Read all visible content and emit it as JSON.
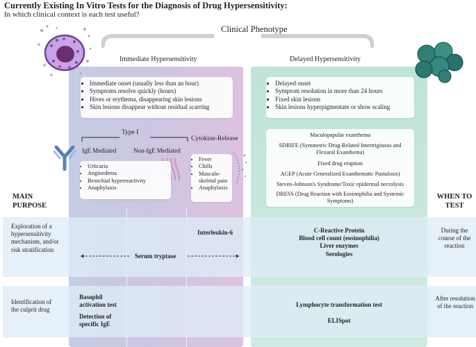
{
  "title": "Currently Existing In Vitro Tests for the Diagnosis of Drug Hypersensitivity:",
  "subtitle": "In which clinical context is each test useful?",
  "clinical_phenotype": "Clinical Phenotype",
  "immediate": {
    "heading": "Immediate Hypersensitivity",
    "features": [
      "Immediate onset (usually less than an hour)",
      "Symptoms resolve quickly (hours)",
      "Hives or erythema, disappearing skin lesions",
      "Skin lesions disappear without residual scarring"
    ],
    "type_i": "Type I",
    "ige_mediated": "IgE Mediated",
    "non_ige_mediated": "Non-IgE Mediated",
    "type_i_symptoms": [
      "Urticaria",
      "Angioedema",
      "Bronchial hyperreactivity",
      "Anaphylaxis"
    ],
    "cytokine_release": "Cytokine-Release",
    "cytokine_symptoms": [
      "Fever",
      "Chills",
      "Musculo-skeletal pain",
      "Anaphylaxis"
    ]
  },
  "delayed": {
    "heading": "Delayed Hypersensitivity",
    "features": [
      "Delayed onset",
      "Symptom resolution in more than 24 hours",
      "Fixed skin lesions",
      "Skin lesions hyperpigmentate or show scaling"
    ],
    "conditions": [
      "Maculopapular exanthema",
      "SDRIFE (Symmetric Drug-Related Intertriginous and Flexural Exanthema)",
      "Fixed drug eruption",
      "AGEP (Acute Generalized Exanthematic Pustulosis)",
      "Steven-Johnson's Syndrome/Toxic epidermal necrolysis",
      "DRESS (Drug Reaction with Eosinophilia and Systemic Symptoms)"
    ]
  },
  "main_purpose_label": "MAIN PURPOSE",
  "when_to_test_label": "WHEN TO TEST",
  "rows": [
    {
      "purpose": "Exploration of a hypersensitivity mechanism, and/or risk stratification",
      "cytokine_test": "Interleukin-6",
      "immediate_test": "Serum tryptase",
      "delayed_tests": [
        "C-Reactive Protein",
        "Blood cell count (eosinophilia)",
        "Liver enzymes",
        "Serologies"
      ],
      "when": "During the course of the reaction"
    },
    {
      "purpose": "Identification of the culprit drug",
      "ige_tests": [
        "Basophil activation test",
        "Detection of specific IgE"
      ],
      "delayed_tests": [
        "Lymphocyte transformation test",
        "ELISpot"
      ],
      "when": "After resolution of the reaction"
    }
  ]
}
